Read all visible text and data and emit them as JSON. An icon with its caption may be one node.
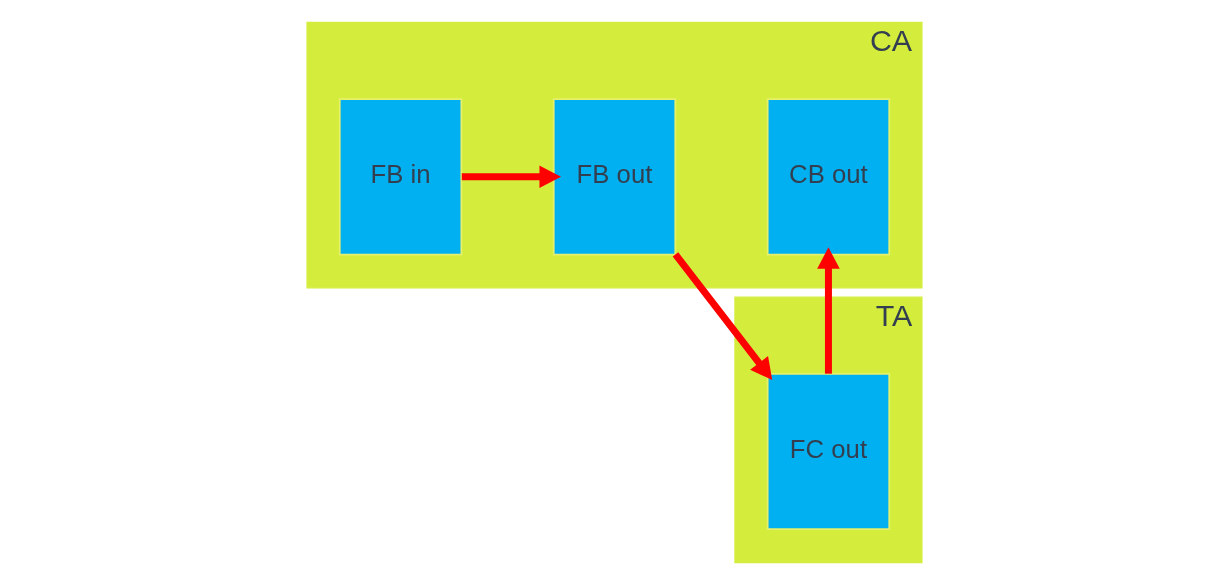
{
  "diagram": {
    "nodes": [
      {
        "text": [
          "CA"
        ]
      },
      {
        "text": [
          "FB in"
        ],
        "in": 0
      },
      {
        "text": [
          "FB out"
        ],
        "in": 0
      },
      {
        "text": [
          "CB out"
        ],
        "in": 0
      },
      {
        "text": [
          "TA"
        ]
      },
      {
        "text": [
          "FC out"
        ],
        "in": 4
      }
    ],
    "edges": [
      {
        "from": 1,
        "to": 2,
        "arrow": "to"
      },
      {
        "from": 2,
        "to": 5,
        "arrow": "to"
      },
      {
        "from": 5,
        "to": 3,
        "arrow": "to"
      }
    ]
  }
}
